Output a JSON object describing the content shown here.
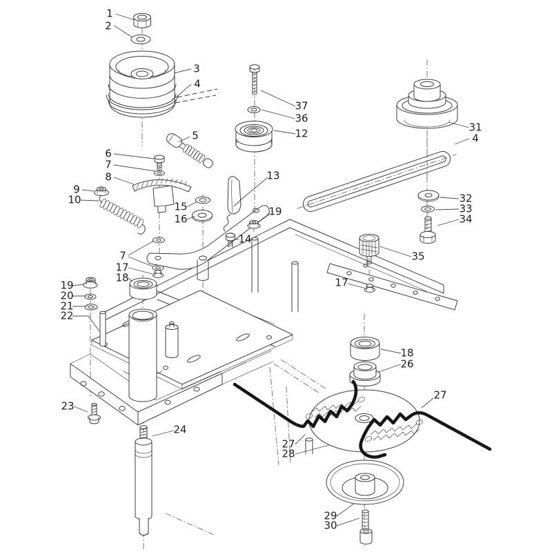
{
  "diagram": {
    "kind": "exploded-parts-diagram",
    "colors": {
      "background": "#ffffff",
      "line": "#3b3b3b",
      "trimmer_line": "#161616",
      "label": "#1c1c1c"
    },
    "callouts": [
      {
        "label": "1"
      },
      {
        "label": "2"
      },
      {
        "label": "3"
      },
      {
        "label": "4"
      },
      {
        "label": "5"
      },
      {
        "label": "6"
      },
      {
        "label": "7"
      },
      {
        "label": "8"
      },
      {
        "label": "9"
      },
      {
        "label": "10"
      },
      {
        "label": "37"
      },
      {
        "label": "36"
      },
      {
        "label": "12"
      },
      {
        "label": "13"
      },
      {
        "label": "15"
      },
      {
        "label": "16"
      },
      {
        "label": "19"
      },
      {
        "label": "14"
      },
      {
        "label": "31"
      },
      {
        "label": "4"
      },
      {
        "label": "32"
      },
      {
        "label": "33"
      },
      {
        "label": "34"
      },
      {
        "label": "35"
      },
      {
        "label": "17"
      },
      {
        "label": "7"
      },
      {
        "label": "17"
      },
      {
        "label": "18"
      },
      {
        "label": "19"
      },
      {
        "label": "20"
      },
      {
        "label": "21"
      },
      {
        "label": "22"
      },
      {
        "label": "18"
      },
      {
        "label": "26"
      },
      {
        "label": "27"
      },
      {
        "label": "27"
      },
      {
        "label": "28"
      },
      {
        "label": "29"
      },
      {
        "label": "30"
      },
      {
        "label": "23"
      },
      {
        "label": "24"
      }
    ]
  }
}
